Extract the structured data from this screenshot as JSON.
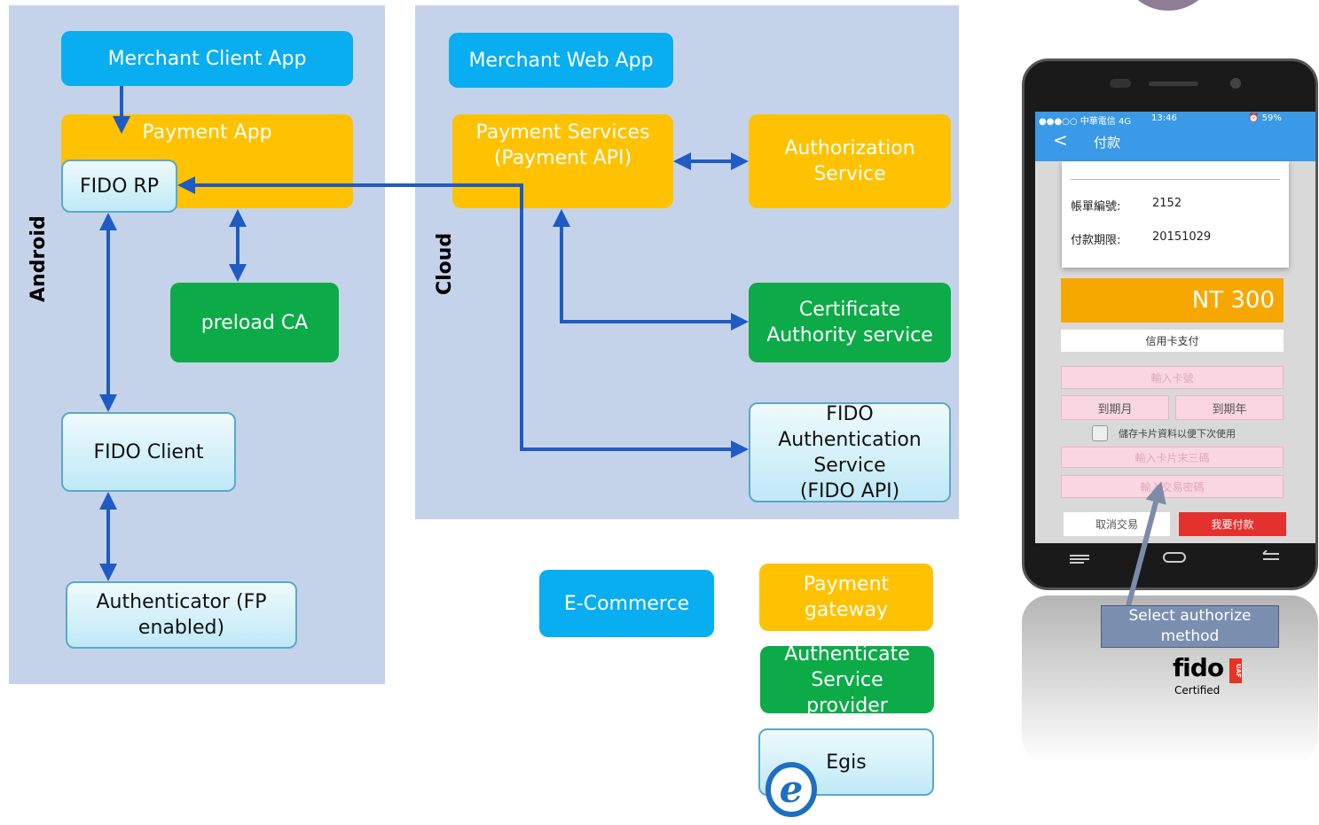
{
  "panels": {
    "android_label": "Android",
    "cloud_label": "Cloud"
  },
  "boxes": {
    "merchant_client_app": "Merchant Client App",
    "payment_app": "Payment App",
    "fido_rp": "FIDO RP",
    "preload_ca": "preload CA",
    "fido_client": "FIDO Client",
    "authenticator": "Authenticator (FP\nenabled)",
    "merchant_web_app": "Merchant Web App",
    "payment_services": "Payment Services\n(Payment API)",
    "authorization_service": "Authorization\nService",
    "certificate_authority": "Certificate\nAuthority service",
    "fido_auth_service": "FIDO\nAuthentication\nService\n(FIDO API)"
  },
  "legend": {
    "ecommerce": "E-Commerce",
    "payment_gateway": "Payment\ngateway",
    "auth_provider": "Authenticate\nService\nprovider",
    "egis": "Egis"
  },
  "phone": {
    "status_left": "●●●○○ 中華電信  4G",
    "status_time": "13:46",
    "status_right": "⏰ 59%",
    "back": "<",
    "title": "付款",
    "bill_label": "帳單編號:",
    "bill_value": "2152",
    "due_label": "付款期限:",
    "due_value": "20151029",
    "amount": "NT 300",
    "method": "信用卡支付",
    "card_number_ph": "輸入卡號",
    "exp_month": "到期月",
    "exp_year": "到期年",
    "save_card": "儲存卡片資料以便下次使用",
    "cvv_ph": "輸入卡片末三碼",
    "pin_ph": "輸入交易密碼",
    "cancel": "取消交易",
    "pay": "我要付款"
  },
  "callout": {
    "text": "Select authorize\nmethod"
  },
  "fido_logo": {
    "text": "fido",
    "badge": "UAF",
    "certified": "Certified"
  },
  "colors": {
    "panel": "#c5d3ea",
    "blue": "#08aef0",
    "yellow": "#fec200",
    "green": "#0dab48",
    "arrow": "#1f5bc4"
  }
}
